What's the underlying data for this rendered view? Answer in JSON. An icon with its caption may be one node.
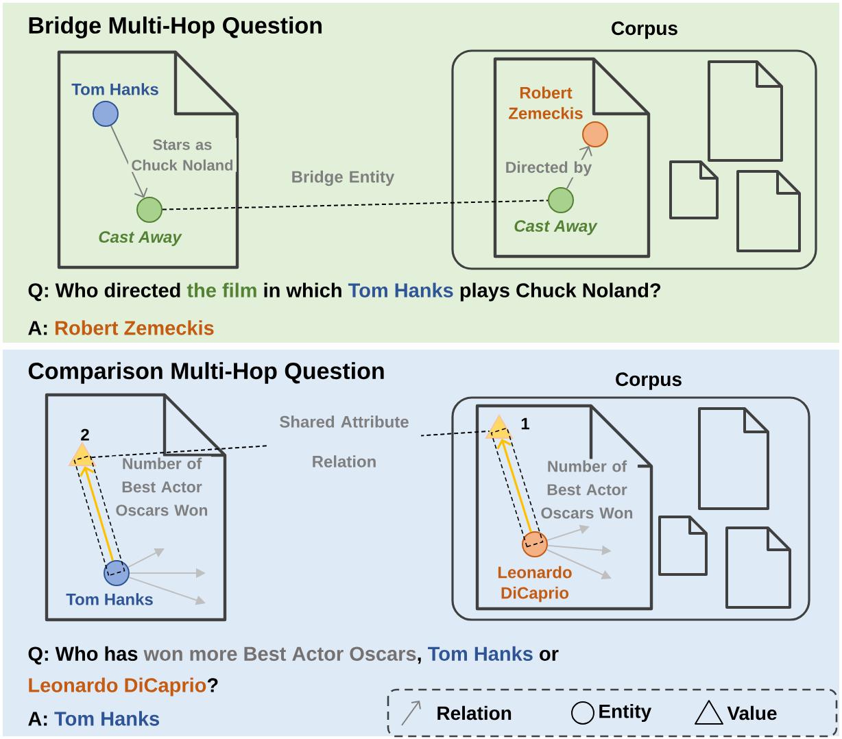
{
  "diagram": {
    "nodes": [
      {
        "text": [
          "Bridge Multi-Hop Question"
        ]
      },
      {
        "text": [],
        "shape": "document",
        "in": 0
      },
      {
        "text": [
          "Tom Hanks"
        ],
        "in": 1
      },
      {
        "text": [
          "Cast Away"
        ],
        "in": 1
      },
      {
        "text": [
          "Corpus"
        ],
        "in": 0
      },
      {
        "text": [],
        "shape": "document",
        "in": 4
      },
      {
        "text": [
          "Robert Zemeckis"
        ],
        "in": 5
      },
      {
        "text": [
          "Cast Away"
        ],
        "in": 5
      },
      {
        "text": [],
        "shape": "document",
        "in": 4
      },
      {
        "text": [],
        "shape": "document",
        "in": 4
      },
      {
        "text": [],
        "shape": "document",
        "in": 4
      },
      {
        "text": [
          "Comparison Multi-Hop Question"
        ]
      },
      {
        "text": [],
        "shape": "document",
        "in": 11
      },
      {
        "text": [
          "2"
        ],
        "in": 12
      },
      {
        "text": [
          "Tom Hanks"
        ],
        "in": 12
      },
      {
        "text": [
          "Corpus"
        ],
        "in": 11
      },
      {
        "text": [],
        "shape": "document",
        "in": 15
      },
      {
        "text": [
          "1"
        ],
        "in": 16
      },
      {
        "text": [
          "Leonardo DiCaprio"
        ],
        "in": 16
      },
      {
        "text": [],
        "shape": "document",
        "in": 15
      },
      {
        "text": [],
        "shape": "document",
        "in": 15
      },
      {
        "text": [],
        "shape": "document",
        "in": 15
      }
    ],
    "edges": [
      {
        "from": 2,
        "to": 3,
        "arrow": "to",
        "label": "Stars as Chuck Noland",
        "color": "#7f7f7f"
      },
      {
        "from": 7,
        "to": 6,
        "arrow": "to",
        "label": "Directed by",
        "color": "#7f7f7f"
      },
      {
        "from": 3,
        "to": 7,
        "arrow": "none",
        "label": "Bridge Entity",
        "style": "dashed",
        "color": "#000000"
      },
      {
        "from": 14,
        "to": 13,
        "arrow": "to",
        "label": "Number of Best Actor Oscars Won",
        "color": "#ffc000"
      },
      {
        "from": 14,
        "to": null,
        "arrow": "to"
      },
      {
        "from": 14,
        "to": null,
        "arrow": "to"
      },
      {
        "from": 14,
        "to": null,
        "arrow": "to"
      },
      {
        "from": 18,
        "to": 17,
        "arrow": "to",
        "label": "Number of Best Actor Oscars Won",
        "color": "#ffc000"
      },
      {
        "from": 18,
        "to": null,
        "arrow": "to"
      },
      {
        "from": 18,
        "to": null,
        "arrow": "to"
      },
      {
        "from": 18,
        "to": null,
        "arrow": "to"
      },
      {
        "from": 13,
        "to": 17,
        "arrow": "none",
        "label": "Shared Attribute Relation",
        "style": "dashed",
        "color": "#000000"
      }
    ],
    "labels": [
      "Q: Who directed",
      "the film",
      "in which",
      "Tom Hanks",
      "plays Chuck Noland?",
      "A:",
      "Robert Zemeckis",
      "Q: Who has",
      "won more Best Actor Oscars",
      ",",
      "Tom Hanks",
      "or",
      "Leonardo DiCaprio",
      "?",
      "A:",
      "Tom Hanks"
    ],
    "legend": [
      {
        "text": "Relation"
      },
      {
        "text": "Entity"
      },
      {
        "text": "Value"
      }
    ]
  }
}
